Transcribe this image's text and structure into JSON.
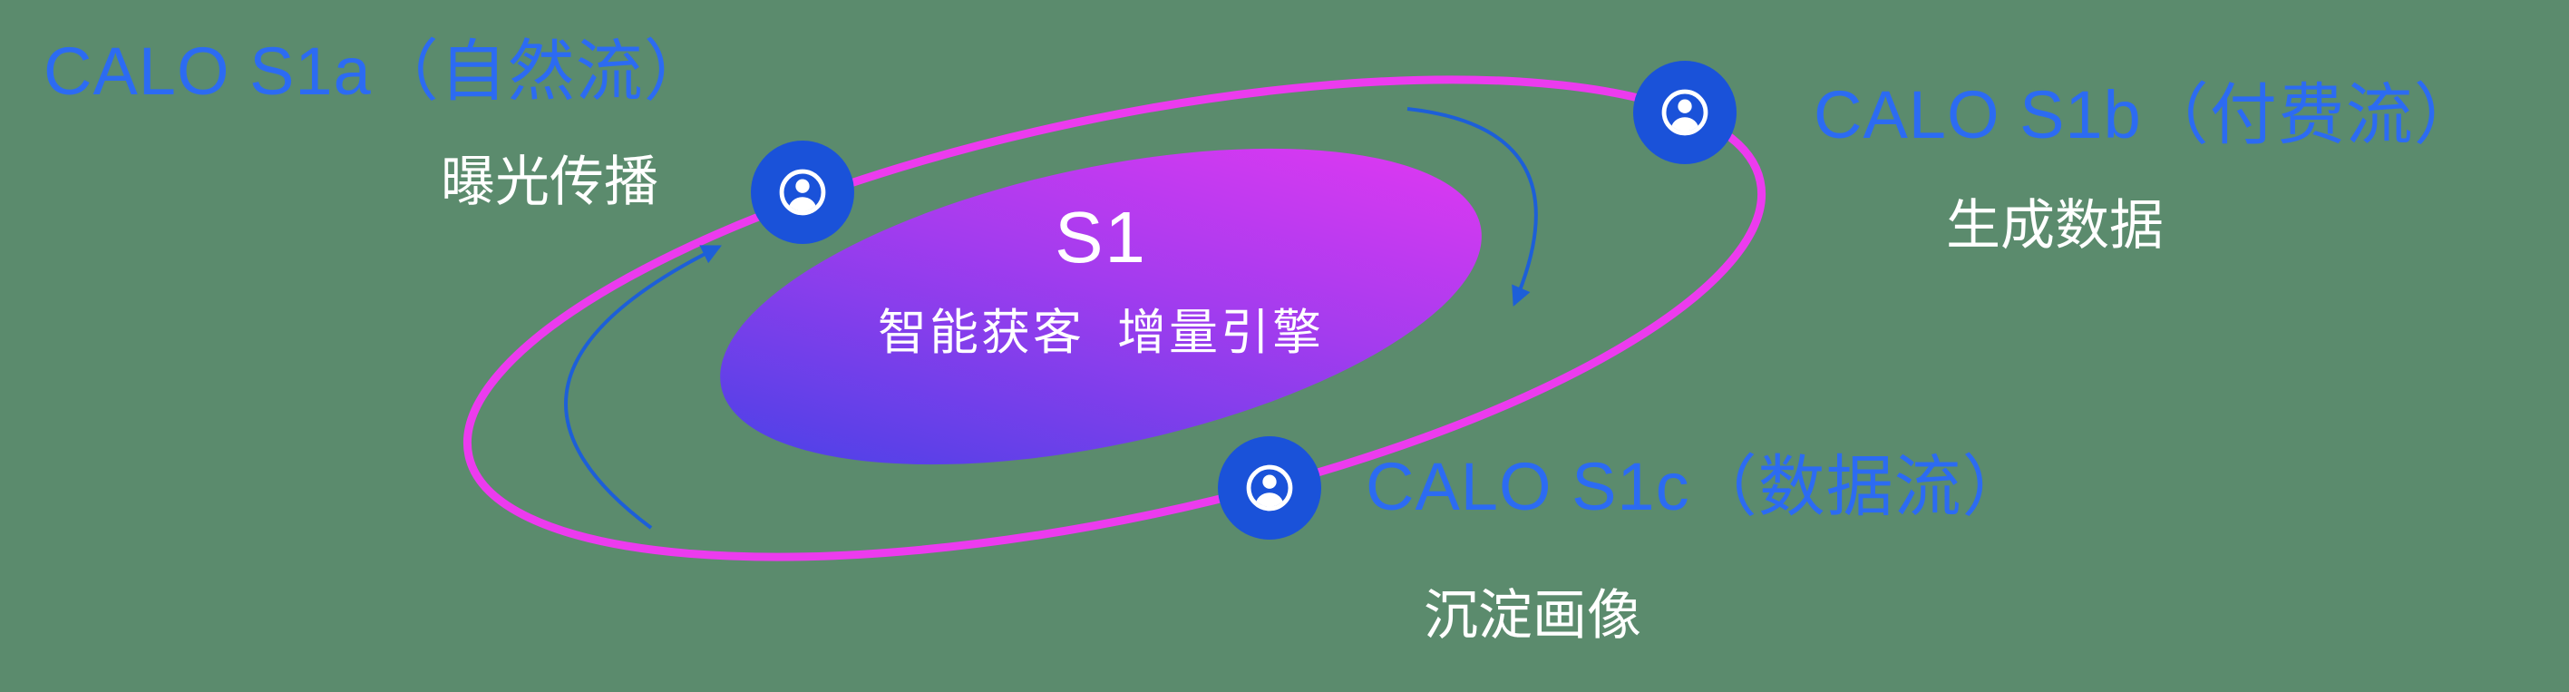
{
  "canvas": {
    "background_color": "#5b8b6d"
  },
  "core": {
    "title": "S1",
    "subtitle": "智能获客  增量引擎",
    "gradient_start": "#4642e6",
    "gradient_mid": "#a23cee",
    "gradient_end": "#e438f2"
  },
  "orbit": {
    "ring_color": "#ec3bee"
  },
  "nodes": {
    "s1a": {
      "title": "CALO S1a（自然流）",
      "subtitle": "曝光传播",
      "icon": "person-icon"
    },
    "s1b": {
      "title": "CALO S1b（付费流）",
      "subtitle": "生成数据",
      "icon": "person-icon"
    },
    "s1c": {
      "title": "CALO S1c（数据流）",
      "subtitle": "沉淀画像",
      "icon": "person-icon"
    }
  },
  "colors": {
    "label_blue": "#2c6bf2",
    "label_white": "#ffffff",
    "node_fill": "#1a52d9",
    "arrow_blue": "#1d5fd8"
  }
}
